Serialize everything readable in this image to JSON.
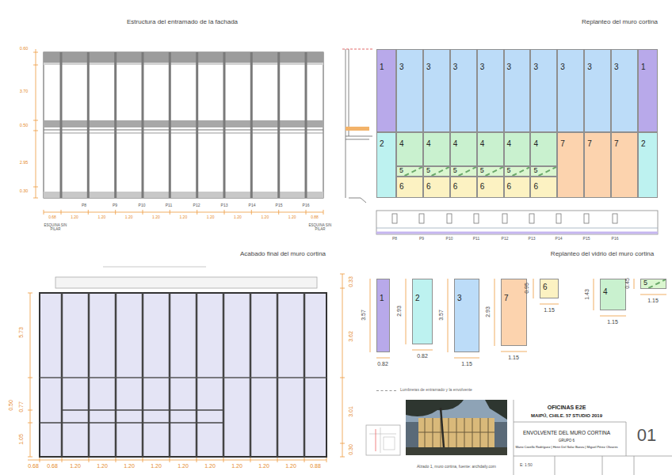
{
  "diagram": {
    "nodes": [
      {
        "text": [
          "1"
        ]
      },
      {
        "text": [
          "3"
        ]
      },
      {
        "text": [
          "3"
        ]
      },
      {
        "text": [
          "3"
        ]
      },
      {
        "text": [
          "3"
        ]
      },
      {
        "text": [
          "3"
        ]
      },
      {
        "text": [
          "3"
        ]
      },
      {
        "text": [
          "3"
        ]
      },
      {
        "text": [
          "3"
        ]
      },
      {
        "text": [
          "3"
        ]
      },
      {
        "text": [
          "1"
        ]
      },
      {
        "text": [
          "2"
        ]
      },
      {
        "text": [
          "4"
        ]
      },
      {
        "text": [
          "4"
        ]
      },
      {
        "text": [
          "4"
        ]
      },
      {
        "text": [
          "4"
        ]
      },
      {
        "text": [
          "4"
        ]
      },
      {
        "text": [
          "4"
        ]
      },
      {
        "text": [
          "7"
        ]
      },
      {
        "text": [
          "7"
        ]
      },
      {
        "text": [
          "7"
        ]
      },
      {
        "text": [
          "2"
        ]
      },
      {
        "text": [
          "5"
        ]
      },
      {
        "text": [
          "5"
        ]
      },
      {
        "text": [
          "5"
        ]
      },
      {
        "text": [
          "5"
        ]
      },
      {
        "text": [
          "5"
        ]
      },
      {
        "text": [
          "5"
        ]
      },
      {
        "text": [
          "6"
        ]
      },
      {
        "text": [
          "6"
        ]
      },
      {
        "text": [
          "6"
        ]
      },
      {
        "text": [
          "6"
        ]
      },
      {
        "text": [
          "6"
        ]
      },
      {
        "text": [
          "6"
        ]
      },
      {
        "text": [
          "1"
        ]
      },
      {
        "text": [
          "2"
        ]
      },
      {
        "text": [
          "3"
        ]
      },
      {
        "text": [
          "7"
        ]
      },
      {
        "text": [
          "6"
        ]
      },
      {
        "text": [
          "4"
        ]
      },
      {
        "text": [
          "5"
        ]
      },
      {
        "text": [
          "OFICINAS E2E",
          "MAIPÚ, CHILE. 57 STUDIO 2019",
          "ENVOLVENTE DEL MURO CORTINA",
          "GRUPO 6",
          "Mario Covello Rodríguez | Henri Del Solar Baeza | Miguel Pérez Olivares",
          "01"
        ]
      }
    ],
    "labels": [
      "Estructura del entramado de la fachada",
      "Replanteo del muro cortina",
      "Acabado final del muro cortina",
      "Replanteo del vidrio del muro cortina",
      "0.60",
      "3.70",
      "0.50",
      "2.95",
      "0.30",
      "P8",
      "P9",
      "P10",
      "P11",
      "P12",
      "P13",
      "P14",
      "P15",
      "P16",
      "0.68",
      "1.20",
      "1.20",
      "1.20",
      "1.20",
      "1.20",
      "1.20",
      "1.20",
      "1.20",
      "1.20",
      "0.88",
      "ESQUINA SIN PILAR",
      "ESQUINA SIN PILAR",
      "P8",
      "P9",
      "P10",
      "P11",
      "P12",
      "P13",
      "P14",
      "P15",
      "P16",
      "5.73",
      "0.50",
      "0.77",
      "1.05",
      "0.33",
      "3.62",
      "3.01",
      "0.30",
      "0.68",
      "0.68",
      "1.20",
      "1.20",
      "1.20",
      "1.20",
      "1.20",
      "1.20",
      "1.20",
      "1.20",
      "1.20",
      "0.88",
      "3.57",
      "0.82",
      "2.93",
      "0.82",
      "3.57",
      "1.15",
      "2.93",
      "1.15",
      "0.95",
      "1.15",
      "1.43",
      "1.15",
      "0.45",
      "1.15",
      "Alzado 1, muro cortina, fuente: archdaily.com",
      "E: 1:50"
    ],
    "legend": [
      {
        "text": "Lumbreras de entramado y la envolvente"
      }
    ]
  }
}
